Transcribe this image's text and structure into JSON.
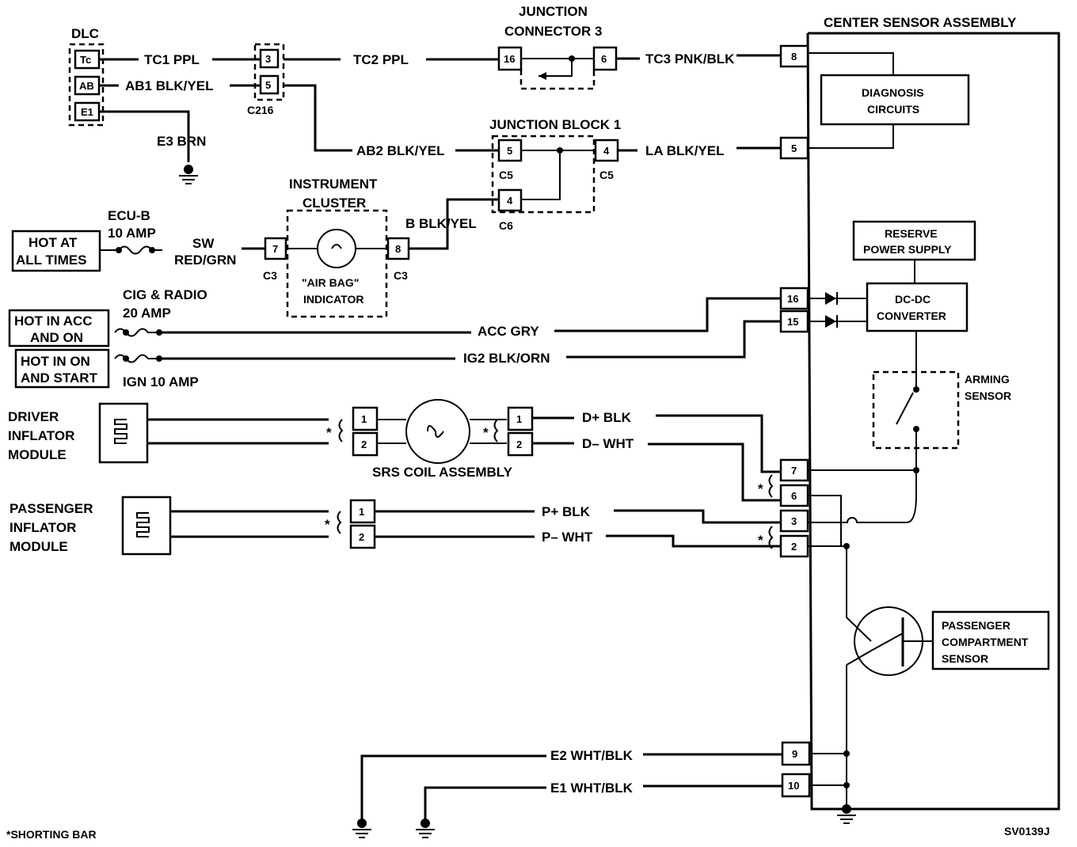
{
  "dlc": {
    "title": "DLC",
    "tc": "Tc",
    "ab": "AB",
    "e1": "E1"
  },
  "wires": {
    "tc1": "TC1 PPL",
    "ab1": "AB1 BLK/YEL",
    "e3": "E3 BRN",
    "tc2": "TC2 PPL",
    "tc3": "TC3 PNK/BLK",
    "ab2": "AB2 BLK/YEL",
    "la": "LA BLK/YEL",
    "b": "B BLK/YEL",
    "sw1": "SW",
    "sw2": "RED/GRN",
    "acc": "ACC GRY",
    "ig2": "IG2 BLK/ORN",
    "dplus": "D+ BLK",
    "dminus": "D– WHT",
    "pplus": "P+ BLK",
    "pminus": "P– WHT",
    "e2": "E2 WHT/BLK",
    "e1": "E1 WHT/BLK"
  },
  "connectors": {
    "c216": "C216",
    "c5a": "C5",
    "c5b": "C5",
    "c6": "C6",
    "c3a": "C3",
    "c3b": "C3",
    "pins": {
      "c216_3": "3",
      "c216_5": "5",
      "jc3_16": "16",
      "jc3_6": "6",
      "jb_5": "5",
      "jb_4a": "4",
      "jb_4b": "4",
      "ic_7": "7",
      "ic_8": "8",
      "srs_l1": "1",
      "srs_l2": "2",
      "srs_r1": "1",
      "srs_r2": "2",
      "p_1": "1",
      "p_2": "2",
      "cs_8": "8",
      "cs_5": "5",
      "cs_16": "16",
      "cs_15": "15",
      "cs_7": "7",
      "cs_6": "6",
      "cs_3": "3",
      "cs_2": "2",
      "cs_9": "9",
      "cs_10": "10"
    }
  },
  "components": {
    "jc3": [
      "JUNCTION",
      "CONNECTOR 3"
    ],
    "jb1": "JUNCTION BLOCK 1",
    "cluster": [
      "INSTRUMENT",
      "CLUSTER"
    ],
    "airbag": [
      "\"AIR BAG\"",
      "INDICATOR"
    ],
    "center": "CENTER SENSOR ASSEMBLY",
    "diag": [
      "DIAGNOSIS",
      "CIRCUITS"
    ],
    "reserve": [
      "RESERVE",
      "POWER SUPPLY"
    ],
    "dcdc": [
      "DC-DC",
      "CONVERTER"
    ],
    "arming": [
      "ARMING",
      "SENSOR"
    ],
    "pcs": [
      "PASSENGER",
      "COMPARTMENT",
      "SENSOR"
    ],
    "srs": "SRS COIL ASSEMBLY",
    "driver": [
      "DRIVER",
      "INFLATOR",
      "MODULE"
    ],
    "passenger": [
      "PASSENGER",
      "INFLATOR",
      "MODULE"
    ]
  },
  "power": {
    "hot_all": [
      "HOT AT",
      "ALL TIMES"
    ],
    "hot_acc": [
      "HOT IN ACC",
      "AND ON"
    ],
    "hot_on": [
      "HOT IN ON",
      "AND START"
    ],
    "ecub": [
      "ECU-B",
      "10 AMP"
    ],
    "cig": [
      "CIG & RADIO",
      "20 AMP"
    ],
    "ign": "IGN 10 AMP"
  },
  "shorting_mark": "*",
  "footnote": "*SHORTING BAR",
  "code": "SV0139J"
}
